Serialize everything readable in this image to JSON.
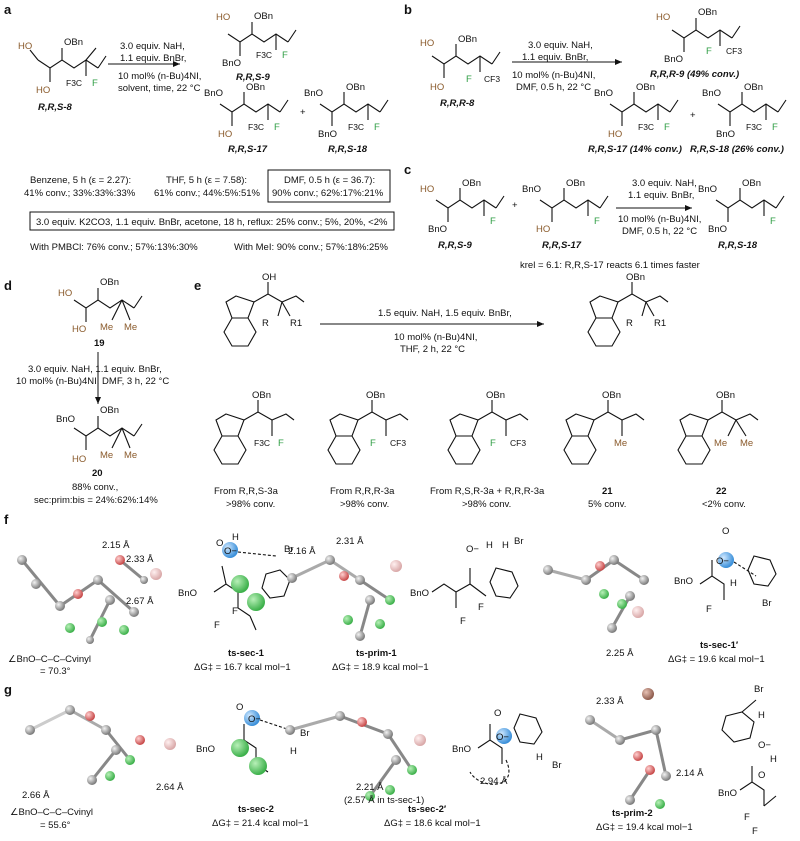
{
  "panels": {
    "a": "a",
    "b": "b",
    "c": "c",
    "d": "d",
    "e": "e",
    "f": "f",
    "g": "g"
  },
  "a": {
    "start": "R,R,S-8",
    "cond": [
      "3.0 equiv. NaH,",
      "1.1 equiv. BnBr,",
      "10 mol% (n-Bu)4NI,",
      "solvent, time, 22 °C"
    ],
    "p9": "R,R,S-9",
    "p17": "R,R,S-17",
    "p18": "R,R,S-18",
    "plus": "+",
    "results": [
      "Benzene, 5 h (ε = 2.27):",
      "41% conv.; 33%:33%:33%",
      "THF, 5 h (ε = 7.58):",
      "61% conv.; 44%:5%:51%",
      "DMF, 0.5 h (ε = 36.7):",
      "90% conv.; 62%:17%:21%"
    ],
    "k2co3": "3.0 equiv. K2CO3, 1.1 equiv. BnBr, acetone, 18 h, reflux: 25% conv.; 5%, 20%, <2%",
    "pmbcl": "With PMBCl: 76% conv.; 57%:13%:30%",
    "mei": "With MeI: 90% conv.; 57%:18%:25%"
  },
  "b": {
    "start": "R,R,R-8",
    "cond": [
      "3.0 equiv. NaH,",
      "1.1 equiv. BnBr,",
      "10 mol% (n-Bu)4NI,",
      "DMF, 0.5 h, 22 °C"
    ],
    "p9": "R,R,R-9 (49% conv.)",
    "p17": "R,R,S-17 (14% conv.)",
    "p18": "R,R,S-18 (26% conv.)",
    "plus": "+"
  },
  "c": {
    "s1": "R,R,S-9",
    "s2": "R,R,S-17",
    "plus": "+",
    "cond": [
      "3.0 equiv. NaH,",
      "1.1 equiv. BnBr,",
      "10 mol% (n-Bu)4NI,",
      "DMF, 0.5 h, 22 °C"
    ],
    "product": "R,R,S-18",
    "krel": "krel = 6.1: R,R,S-17 reacts 6.1 times faster"
  },
  "d": {
    "start": "19",
    "cond": [
      "3.0 equiv. NaH, 1.1 equiv. BnBr,",
      "10 mol% (n-Bu)4NI, DMF, 3 h, 22 °C"
    ],
    "product": "20",
    "res": [
      "88% conv.,",
      "sec:prim:bis = 24%:62%:14%"
    ]
  },
  "e": {
    "cond": [
      "1.5 equiv. NaH, 1.5 equiv. BnBr,",
      "10 mol% (n-Bu)4NI,",
      "THF, 2 h, 22 °C"
    ],
    "items": [
      {
        "label": "From R,R,S-3a",
        "conv": ">98% conv."
      },
      {
        "label": "From R,R,R-3a",
        "conv": ">98% conv."
      },
      {
        "label": "From R,S,R-3a + R,R,R-3a",
        "conv": ">98% conv."
      },
      {
        "label": "21",
        "conv": "5% conv."
      },
      {
        "label": "22",
        "conv": "<2% conv."
      }
    ]
  },
  "f": {
    "ts": [
      {
        "name": "ts-sec-1",
        "dg": "ΔG‡ = 16.7 kcal mol−1",
        "d": [
          "2.15 Å",
          "2.33 Å",
          "2.67 Å"
        ],
        "angle": [
          "∠BnO–C–C–Cvinyl",
          "= 70.3°"
        ]
      },
      {
        "name": "ts-prim-1",
        "dg": "ΔG‡ = 18.9 kcal mol−1",
        "d": [
          "2.16 Å",
          "2.31 Å"
        ]
      },
      {
        "name": "ts-sec-1′",
        "dg": "ΔG‡ = 19.6 kcal mol−1",
        "d": [
          "2.25 Å"
        ]
      }
    ]
  },
  "g": {
    "ts": [
      {
        "name": "ts-sec-2",
        "dg": "ΔG‡ = 21.4 kcal mol−1",
        "d": [
          "2.66 Å",
          "2.64 Å"
        ],
        "angle": [
          "∠BnO–C–C–Cvinyl",
          "= 55.6°"
        ]
      },
      {
        "name": "ts-sec-2′",
        "dg": "ΔG‡ = 18.6 kcal mol−1",
        "d": [
          "2.21 Å",
          "(2.57 Å in ts-sec-1)",
          "2.94 Å"
        ]
      },
      {
        "name": "ts-prim-2",
        "dg": "ΔG‡ = 19.4 kcal mol−1",
        "d": [
          "2.33 Å",
          "2.14 Å"
        ]
      }
    ]
  },
  "atoms": {
    "oh": "OH",
    "ho": "HO",
    "obn": "OBn",
    "bno": "BnO",
    "bn": "Bn",
    "f": "F",
    "cf3": "CF3",
    "f3c": "F3C",
    "me": "Me",
    "r": "R",
    "r1": "R1",
    "o": "O",
    "h": "H",
    "br": "Br",
    "o_minus": "O−"
  },
  "colors": {
    "oh": "#8a5a2b",
    "f": "#2f9e44",
    "green_atom": "#3cb04a",
    "blue_atom": "#3a8fd9",
    "br": "#a36b5e"
  }
}
